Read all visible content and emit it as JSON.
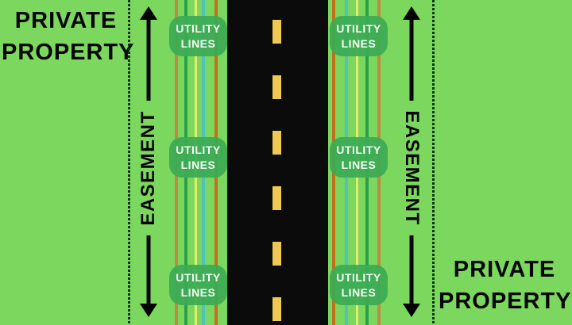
{
  "labels": {
    "private_property": {
      "line1": "PRIVATE",
      "line2": "PROPERTY"
    },
    "easement": "EASEMENT",
    "utility_badge": {
      "line1": "UTILITY",
      "line2": "LINES"
    }
  },
  "colors": {
    "background": "#7bd75e",
    "road": "#0b0b0b",
    "center_dash": "#eec851",
    "badge": "#3cab55",
    "badge_text": "#ffffff",
    "ink": "#050505",
    "boundary_dot": "#0a330e",
    "utility_lines": {
      "tan": "#bd8d3e",
      "green": "#2aa147",
      "yellow": "#e3ec69",
      "teal": "#4fc4bb",
      "orange": "#c2701c"
    }
  }
}
